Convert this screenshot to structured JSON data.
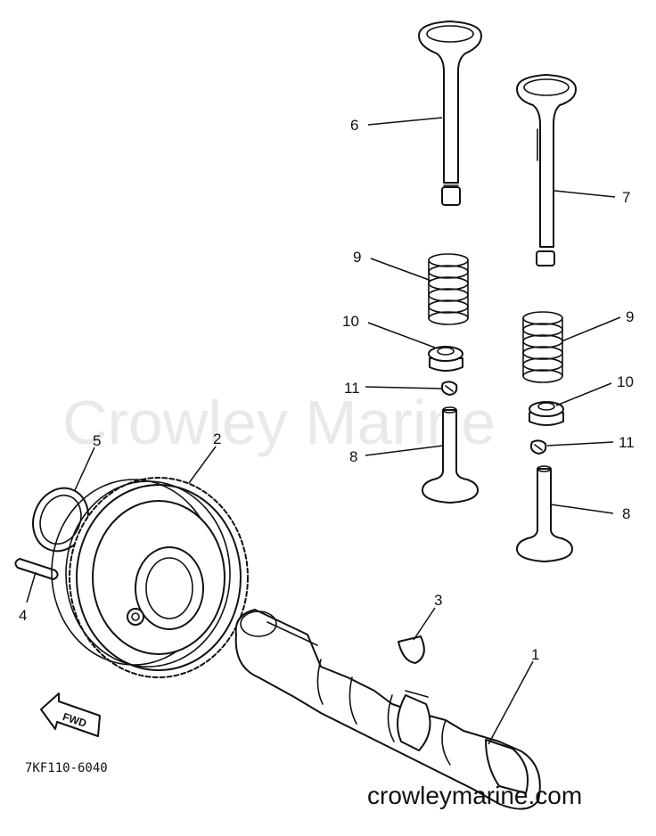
{
  "watermark": "Crowley Marine",
  "website": "crowleymarine.com",
  "drawing_code": "7KF110-6040",
  "direction_label": "FWD",
  "callouts": [
    "1",
    "2",
    "3",
    "4",
    "5",
    "6",
    "7",
    "8",
    "8",
    "9",
    "9",
    "10",
    "10",
    "11",
    "11"
  ],
  "parts": [
    {
      "id": "camshaft",
      "callout": "1"
    },
    {
      "id": "cam-gear",
      "callout": "2"
    },
    {
      "id": "woodruff-key",
      "callout": "3"
    },
    {
      "id": "dowel-pin",
      "callout": "4"
    },
    {
      "id": "circlip",
      "callout": "5"
    },
    {
      "id": "intake-valve",
      "callout": "6"
    },
    {
      "id": "exhaust-valve",
      "callout": "7"
    },
    {
      "id": "valve-lifter",
      "callout": "8"
    },
    {
      "id": "valve-spring",
      "callout": "9"
    },
    {
      "id": "spring-retainer",
      "callout": "10"
    },
    {
      "id": "valve-keeper",
      "callout": "11"
    }
  ]
}
